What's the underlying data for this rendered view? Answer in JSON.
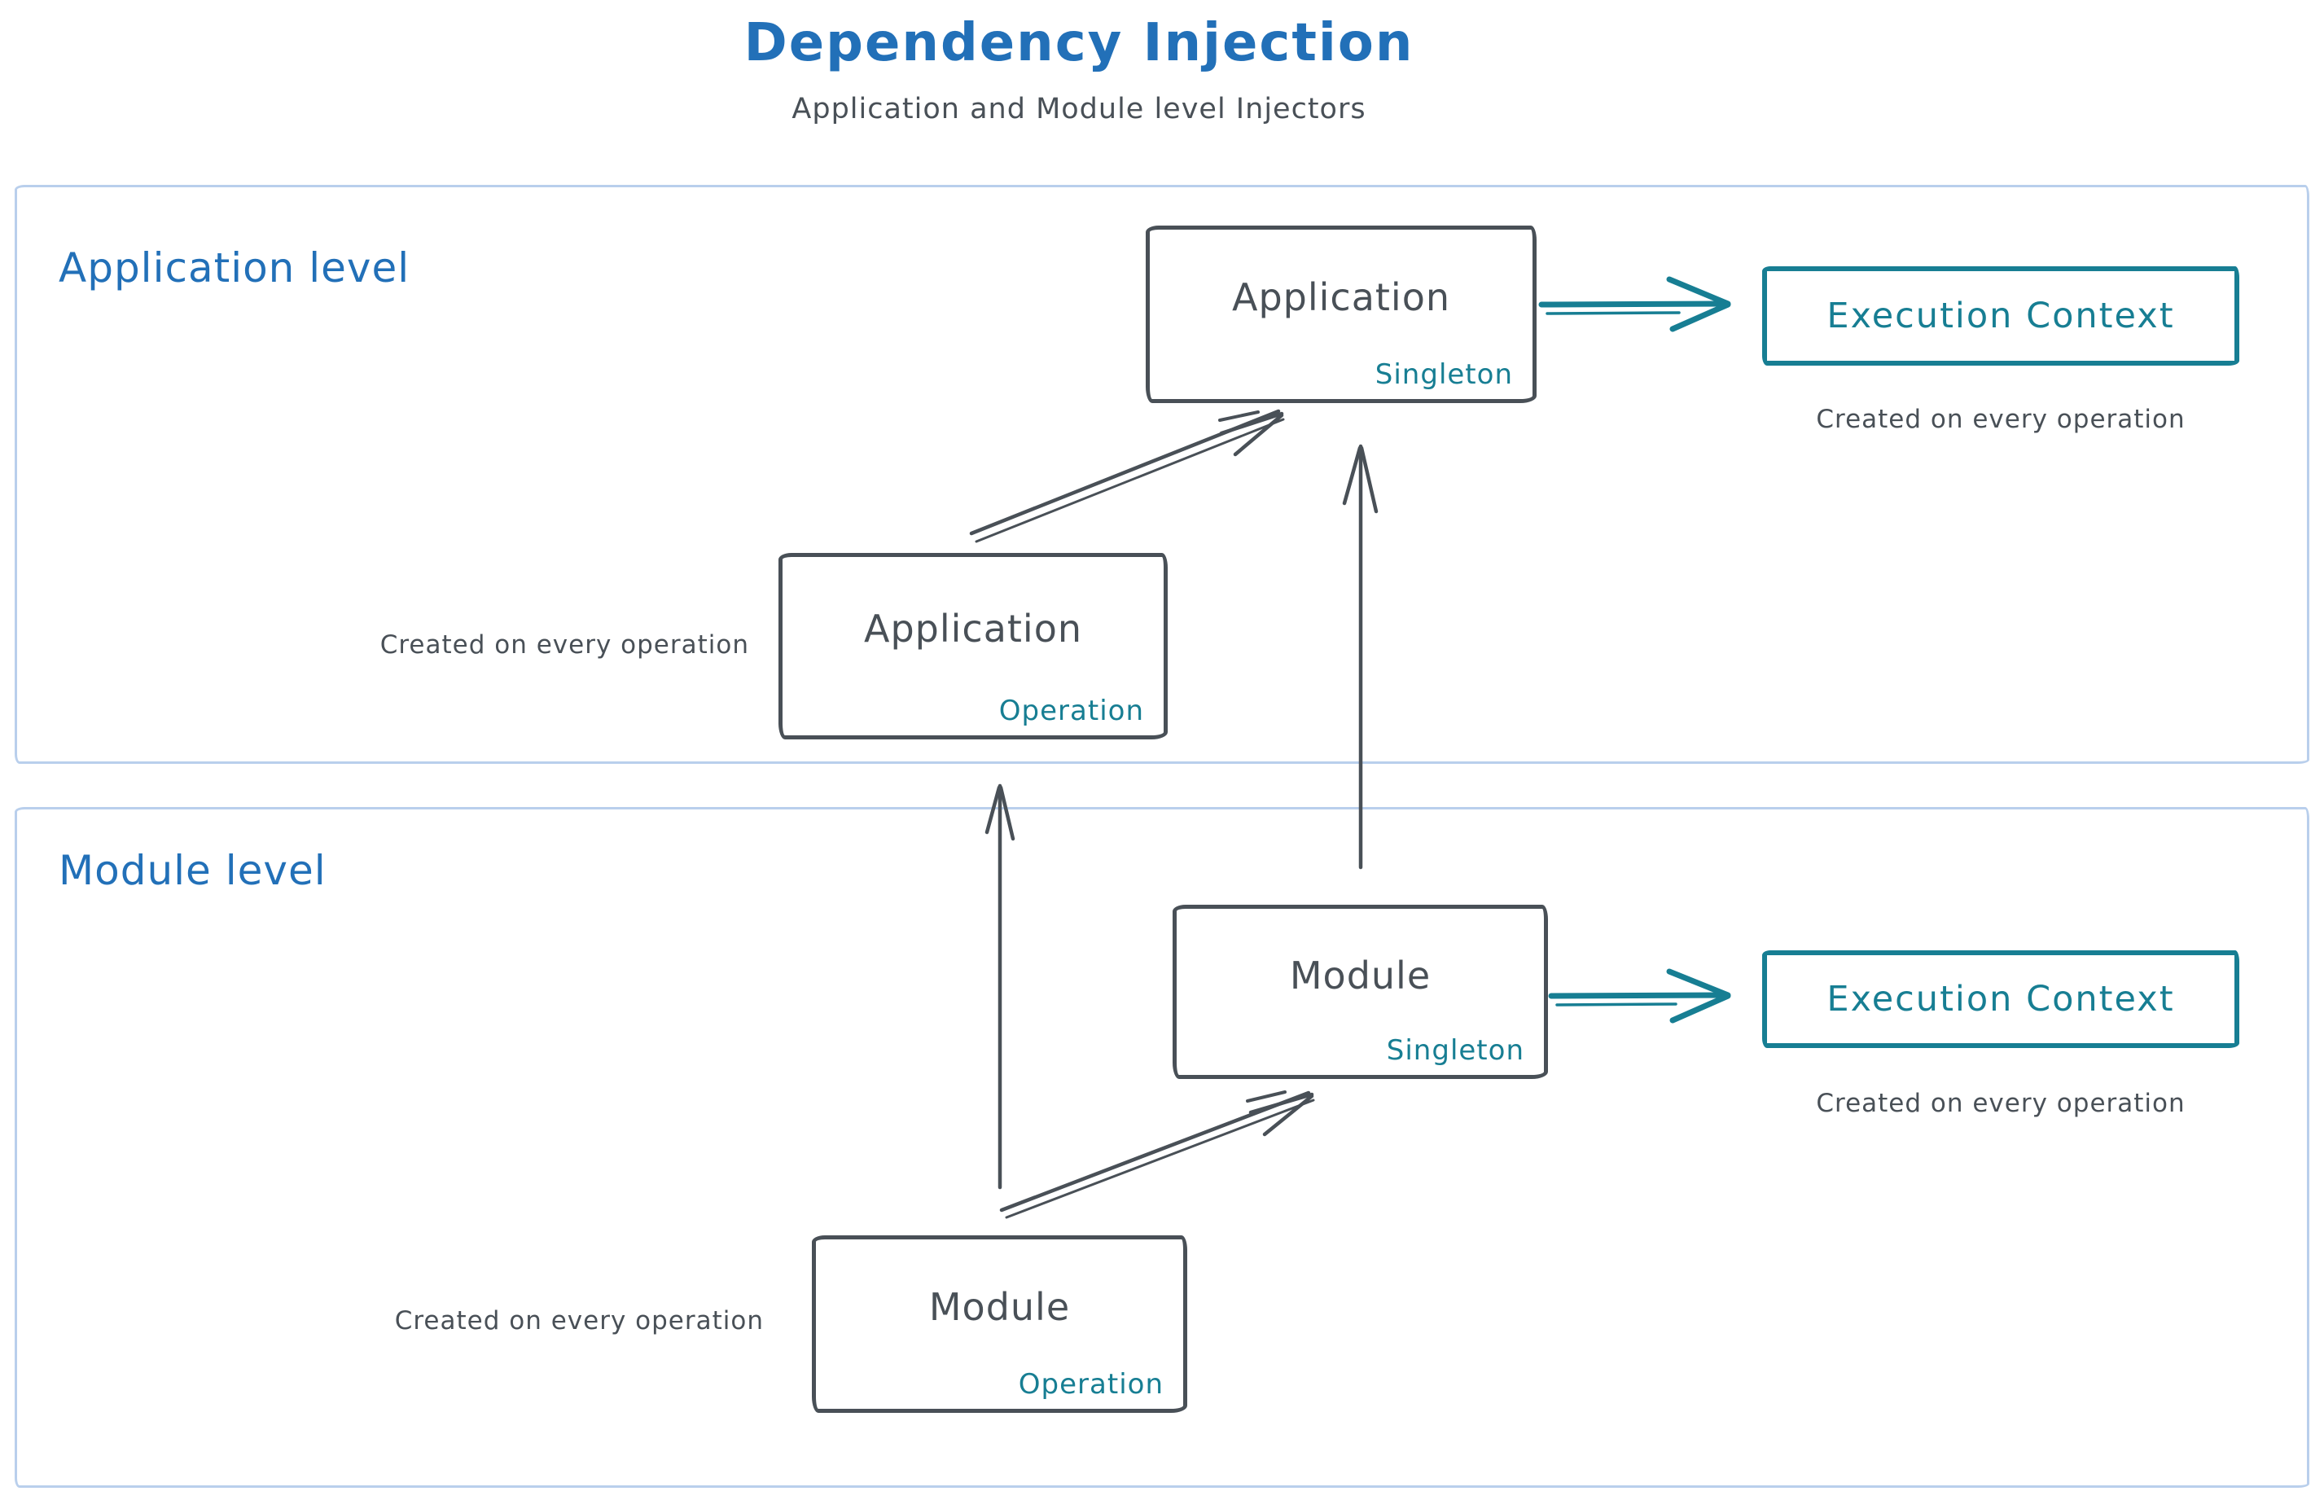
{
  "page": {
    "title": "Dependency Injection",
    "subtitle": "Application and Module level Injectors"
  },
  "colors": {
    "blue": "#2270b8",
    "teal": "#177e93",
    "ink": "#495057",
    "frame": "#b9cfec",
    "background": "#ffffff"
  },
  "application_level": {
    "label": "Application level",
    "singleton_box": {
      "title": "Application",
      "scope": "Singleton"
    },
    "operation_box": {
      "title": "Application",
      "scope": "Operation"
    },
    "operation_caption": "Created on every operation",
    "execution_box": {
      "label": "Execution Context"
    },
    "execution_caption": "Created on every operation"
  },
  "module_level": {
    "label": "Module level",
    "singleton_box": {
      "title": "Module",
      "scope": "Singleton"
    },
    "operation_box": {
      "title": "Module",
      "scope": "Operation"
    },
    "operation_caption": "Created on every operation",
    "execution_box": {
      "label": "Execution Context"
    },
    "execution_caption": "Created on every operation"
  }
}
